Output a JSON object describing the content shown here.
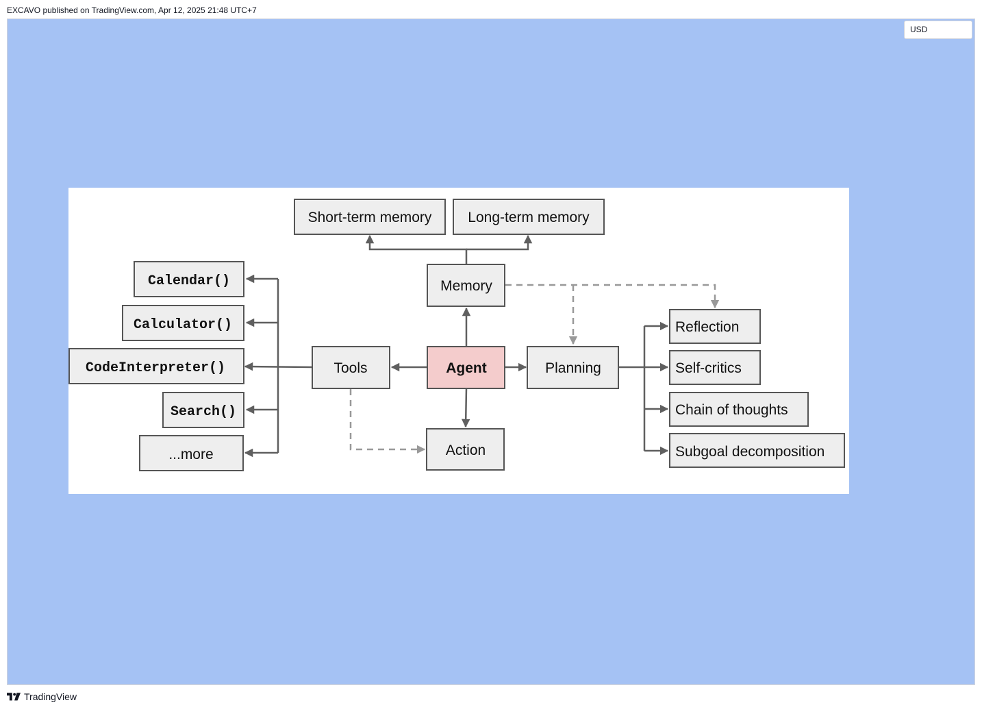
{
  "header": {
    "published_text": "EXCAVO published on TradingView.com, Apr 12, 2025 21:48 UTC+7"
  },
  "currency": {
    "label": "USD"
  },
  "diagram": {
    "nodes": {
      "short_term_memory": "Short-term memory",
      "long_term_memory": "Long-term memory",
      "memory": "Memory",
      "agent": "Agent",
      "tools": "Tools",
      "planning": "Planning",
      "action": "Action",
      "calendar": "Calendar()",
      "calculator": "Calculator()",
      "code_interpreter": "CodeInterpreter()",
      "search": "Search()",
      "more": "...more",
      "reflection": "Reflection",
      "self_critics": "Self-critics",
      "chain_of_thoughts": "Chain of thoughts",
      "subgoal_decomposition": "Subgoal decomposition"
    },
    "colors": {
      "agent_fill": "#f4cccc",
      "node_fill": "#eeeeee",
      "chart_background": "#a5c2f4"
    }
  },
  "footer": {
    "brand": "TradingView",
    "logo_icon": "tradingview-logo-icon"
  }
}
